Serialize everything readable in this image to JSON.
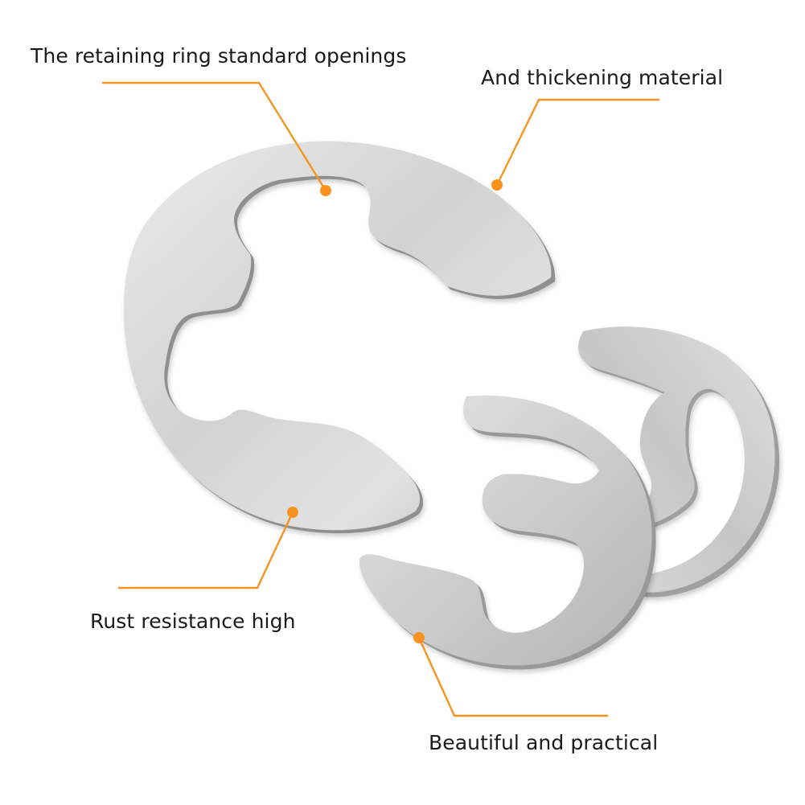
{
  "image": {
    "subject": "stainless-steel E-clip retaining rings",
    "background": "#ffffff",
    "accent_color": "#f7931e",
    "metal_light": "#e4e4e4",
    "metal_mid": "#c8c8c8",
    "metal_dark": "#a9a9a9",
    "metal_edge": "#8e8e8e"
  },
  "callouts": [
    {
      "id": "openings",
      "text": "The retaining ring standard openings"
    },
    {
      "id": "thickening",
      "text": "And thickening material"
    },
    {
      "id": "rust",
      "text": "Rust resistance high"
    },
    {
      "id": "beautiful",
      "text": "Beautiful and practical"
    }
  ]
}
